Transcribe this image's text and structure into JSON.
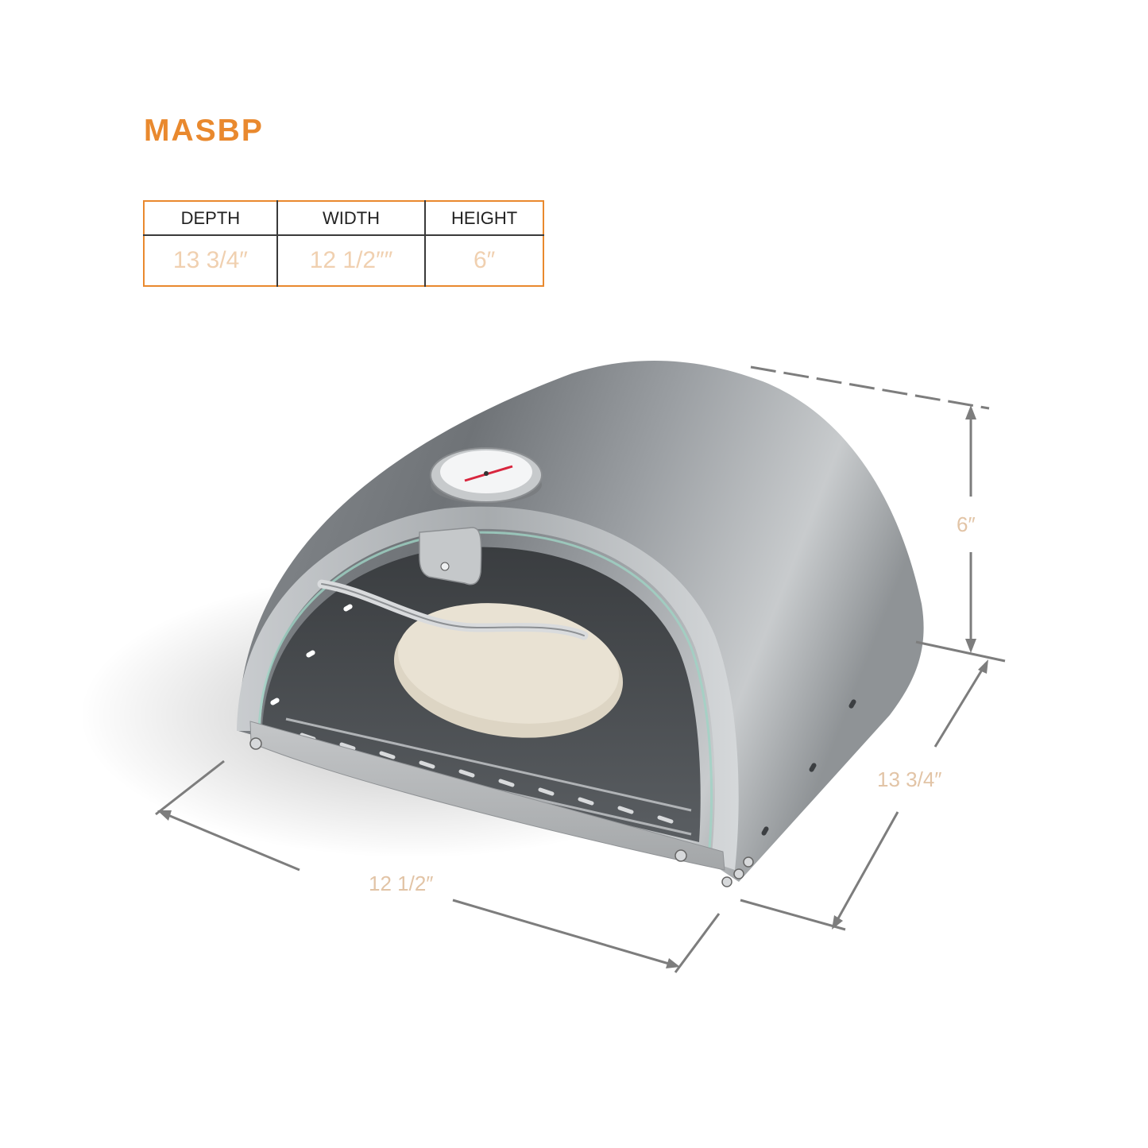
{
  "product": {
    "model": "MASBP",
    "accent_color": "#e9892e",
    "value_color": "#f0d0b0"
  },
  "spec_table": {
    "headers": [
      "DEPTH",
      "WIDTH",
      "HEIGHT"
    ],
    "values": [
      "13 3/4″",
      "12 1/2″″",
      "6″"
    ]
  },
  "image": {
    "subject": "stainless steel pizza oven with glass door, thermometer and pizza stone",
    "thermometer_icon": "thermometer-gauge-icon"
  },
  "dimension_callouts": {
    "height": "6″",
    "depth": "13 3/4″",
    "width": "12 1/2″"
  }
}
